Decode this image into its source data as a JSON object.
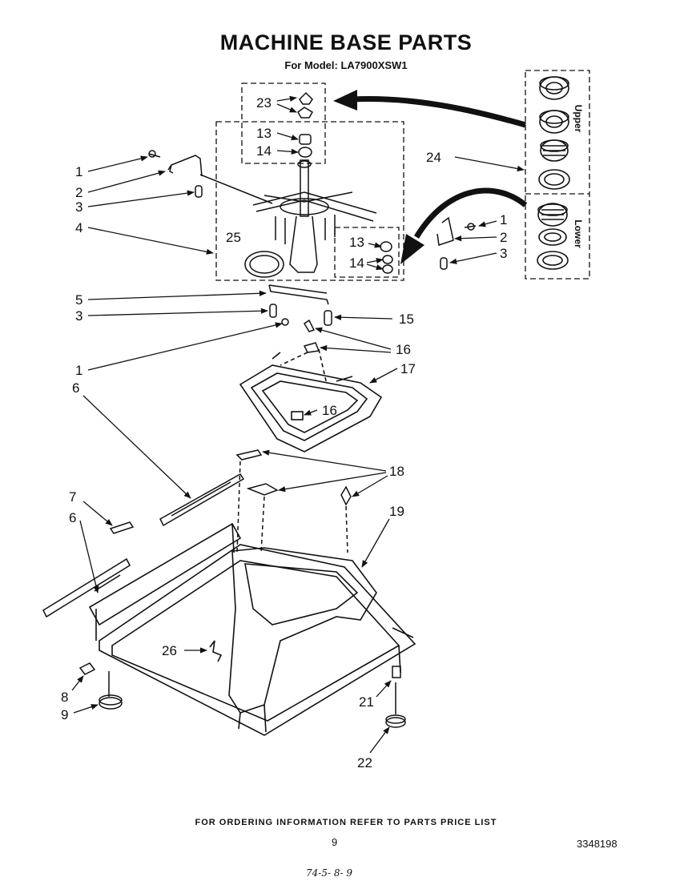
{
  "header": {
    "title": "MACHINE BASE PARTS",
    "subtitle": "For Model: LA7900XSW1"
  },
  "diagram": {
    "callouts": {
      "c23": "23",
      "c13a": "13",
      "c14a": "14",
      "c1a": "1",
      "c2a": "2",
      "c3a": "3",
      "c4": "4",
      "c25": "25",
      "c24": "24",
      "c1b": "1",
      "c2b": "2",
      "c3b": "3",
      "c13b": "13",
      "c14b": "14",
      "c5": "5",
      "c3c": "3",
      "c15": "15",
      "c1c": "1",
      "c16a": "16",
      "c6a": "6",
      "c17": "17",
      "c16b": "16",
      "c18": "18",
      "c7": "7",
      "c6b": "6",
      "c19": "19",
      "c26": "26",
      "c8": "8",
      "c9": "9",
      "c21": "21",
      "c22": "22"
    },
    "bearing_kit_labels": {
      "upper": "Upper",
      "lower": "Lower"
    }
  },
  "footer": {
    "ordering_note": "FOR ORDERING INFORMATION REFER TO PARTS PRICE LIST",
    "page_number": "9",
    "document_number": "3348198",
    "handwritten_note": "74-5- 8- 9"
  }
}
